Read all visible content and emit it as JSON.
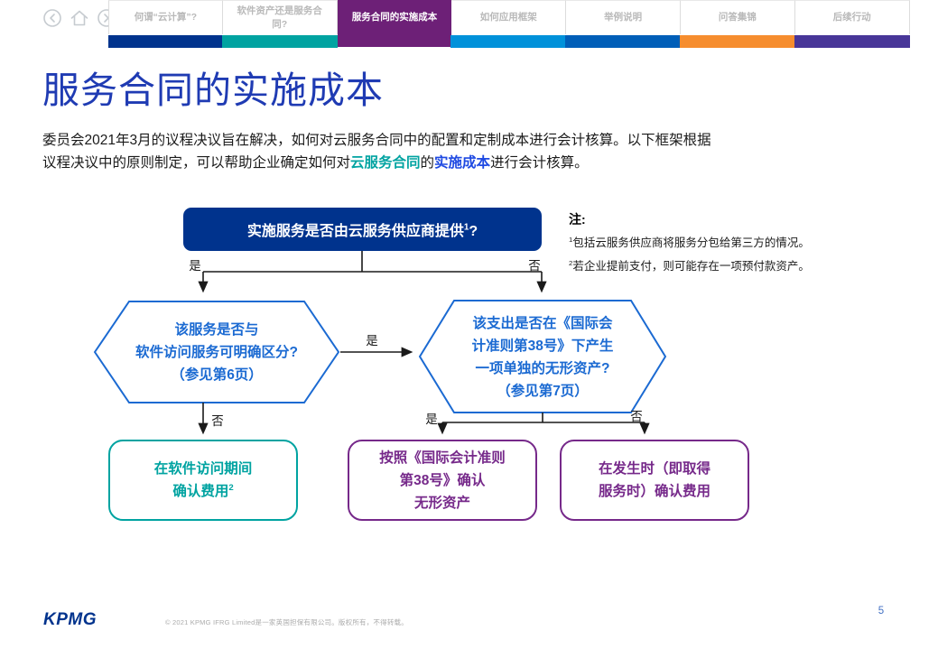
{
  "colors": {
    "kpmg_dark_blue": "#00338D",
    "title_blue": "#1F3BB3",
    "emphasis_blue": "#1E49E2",
    "teal": "#00A3A1",
    "hex_blue": "#1B6AD2",
    "outcome_purple": "#76298A",
    "tab_active_purple": "#6D2077",
    "page_number_blue": "#4472C4",
    "connector_dark": "#1A1A1A",
    "logo_blue": "#00338D"
  },
  "nav": {
    "icons": [
      "back-icon",
      "home-icon",
      "forward-icon"
    ],
    "tabs": [
      {
        "label": "何谓“云计算”?",
        "color": "#00338D",
        "active": false
      },
      {
        "label": "软件资产还是服务合同?",
        "color": "#00A3A1",
        "active": false
      },
      {
        "label": "服务合同的实施成本",
        "color": "#6D2077",
        "active": true
      },
      {
        "label": "如何应用框架",
        "color": "#0091DA",
        "active": false
      },
      {
        "label": "举例说明",
        "color": "#005EB8",
        "active": false
      },
      {
        "label": "问答集锦",
        "color": "#F68D2E",
        "active": false
      },
      {
        "label": "后续行动",
        "color": "#483698",
        "active": false
      }
    ]
  },
  "page": {
    "title": "服务合同的实施成本"
  },
  "intro": {
    "line1": "委员会2021年3月的议程决议旨在解决，如何对云服务合同中的配置和定制成本进行会计核算。以下框架根据",
    "line2_pre": "议程决议中的原则制定，可以帮助企业确定如何对",
    "line2_teal": "云服务合同",
    "line2_mid": "的",
    "line2_blue": "实施成本",
    "line2_post": "进行会计核算。"
  },
  "flowchart": {
    "labels": {
      "yes": "是",
      "no": "否"
    },
    "top_question": {
      "text": "实施服务是否由云服务供应商提供",
      "sup": "1",
      "suffix": "?"
    },
    "left_hex": {
      "line1": "该服务是否与",
      "line2": "软件访问服务可明确区分?",
      "line3": "（参见第6页）"
    },
    "right_hex": {
      "line1": "该支出是否在《国际会",
      "line2": "计准则第38号》下产生",
      "line3": "一项单独的无形资产?",
      "line4": "（参见第7页）"
    },
    "outcome_teal": {
      "line1": "在软件访问期间",
      "line2": "确认费用",
      "sup": "2"
    },
    "outcome_purple1": {
      "line1": "按照《国际会计准则",
      "line2": "第38号》确认",
      "line3": "无形资产"
    },
    "outcome_purple2": {
      "line1": "在发生时（即取得",
      "line2": "服务时）确认费用"
    }
  },
  "notes": {
    "title": "注:",
    "item1": {
      "sup": "1",
      "text": "包括云服务供应商将服务分包给第三方的情况。"
    },
    "item2": {
      "sup": "2",
      "text": "若企业提前支付，则可能存在一项预付款资产。"
    }
  },
  "footer": {
    "logo": "KPMG",
    "copyright": "© 2021 KPMG IFRG Limited是一家英国担保有限公司。版权所有，不得转载。",
    "page_number": "5"
  }
}
